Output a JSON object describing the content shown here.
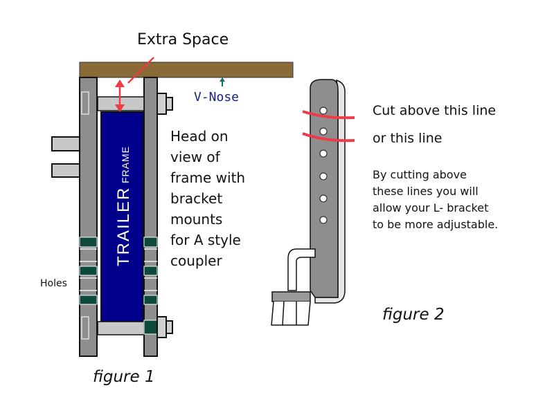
{
  "figure1": {
    "title_label": "Extra Space",
    "vnose_label": "V-Nose",
    "frame_text_main": "TRAILER",
    "frame_text_small": "FRAME",
    "description_lines": [
      "Head on",
      "view of",
      "frame with",
      "bracket",
      "mounts",
      "for A style",
      "coupler"
    ],
    "holes_label": "Holes",
    "caption": "figure 1"
  },
  "figure2": {
    "cut_line_1": "Cut above this line",
    "cut_line_2": "or this line",
    "note_lines": [
      "By cutting above",
      "these lines you will",
      "allow your L- bracket",
      "to be more adjustable."
    ],
    "caption": "figure 2"
  },
  "colors": {
    "wood": "#8A6A37",
    "frame": "#00008A",
    "steel": "#8E8E8E",
    "light_steel": "#C8C8C8",
    "holes": "#0E4A3C",
    "accent": "#EE3B45",
    "vnose": "#1A237E",
    "teal": "#0F6E6A"
  }
}
